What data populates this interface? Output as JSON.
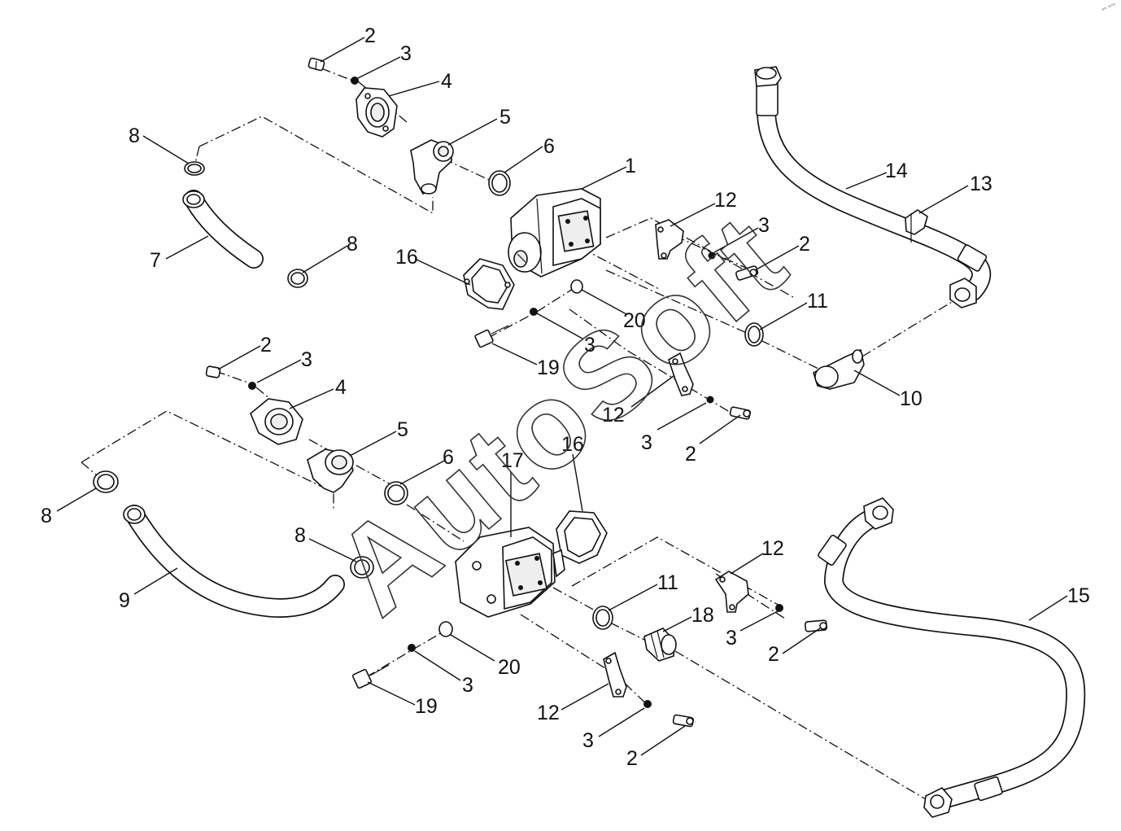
{
  "watermark": "AutoSoft",
  "corner_mark": "°° °°°",
  "callouts": {
    "upper": {
      "c1": "1",
      "c2a": "2",
      "c2b": "2",
      "c3a": "3",
      "c3b": "3",
      "c3c": "3",
      "c4": "4",
      "c5": "5",
      "c6": "6",
      "c7": "7",
      "c8a": "8",
      "c8b": "8",
      "c10": "10",
      "c11": "11",
      "c12a": "12",
      "c12b": "12",
      "c13": "13",
      "c14": "14",
      "c16": "16",
      "c19": "19",
      "c20": "20",
      "c3d": "3",
      "c2c": "2"
    },
    "lower": {
      "c2a": "2",
      "c3a": "3",
      "c4": "4",
      "c5": "5",
      "c6": "6",
      "c8a": "8",
      "c8b": "8",
      "c9": "9",
      "c16": "16",
      "c17": "17",
      "c12a": "12",
      "c11": "11",
      "c18": "18",
      "c3b": "3",
      "c2b": "2",
      "c20": "20",
      "c3c": "3",
      "c19": "19",
      "c12b": "12",
      "c3d": "3",
      "c2c": "2",
      "c15": "15"
    }
  }
}
